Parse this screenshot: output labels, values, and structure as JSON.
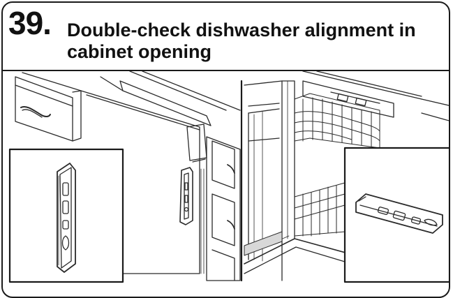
{
  "step": {
    "number": "39.",
    "title": "Double-check dishwasher alignment in cabinet opening"
  },
  "illustration": {
    "left_panel": "dishwasher-side-bracket-view",
    "right_panel": "dishwasher-open-door-top-bracket-view",
    "stroke_color": "#2a2a2a"
  }
}
